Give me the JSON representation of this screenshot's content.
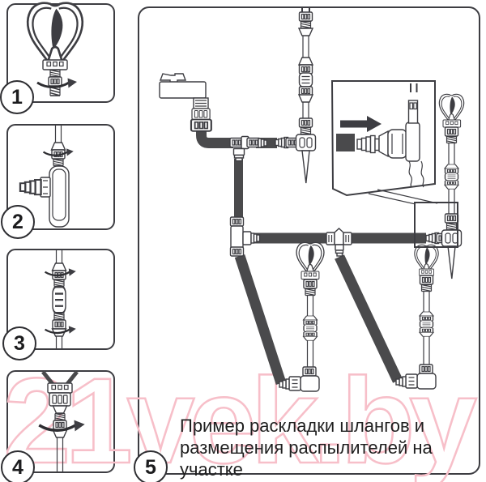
{
  "watermark": {
    "text": "21vek.by"
  },
  "caption": {
    "line1": "Пример раскладки шлангов и",
    "line2": "размещения распылителей на участке"
  },
  "steps": [
    {
      "number": "1"
    },
    {
      "number": "2"
    },
    {
      "number": "3"
    },
    {
      "number": "4"
    },
    {
      "number": "5"
    }
  ],
  "colors": {
    "outline": "#3d3d42",
    "hose": "#4a4a4c",
    "watermark": "#f7bfc9",
    "text": "#1f1f1f",
    "background": "#ffffff"
  }
}
